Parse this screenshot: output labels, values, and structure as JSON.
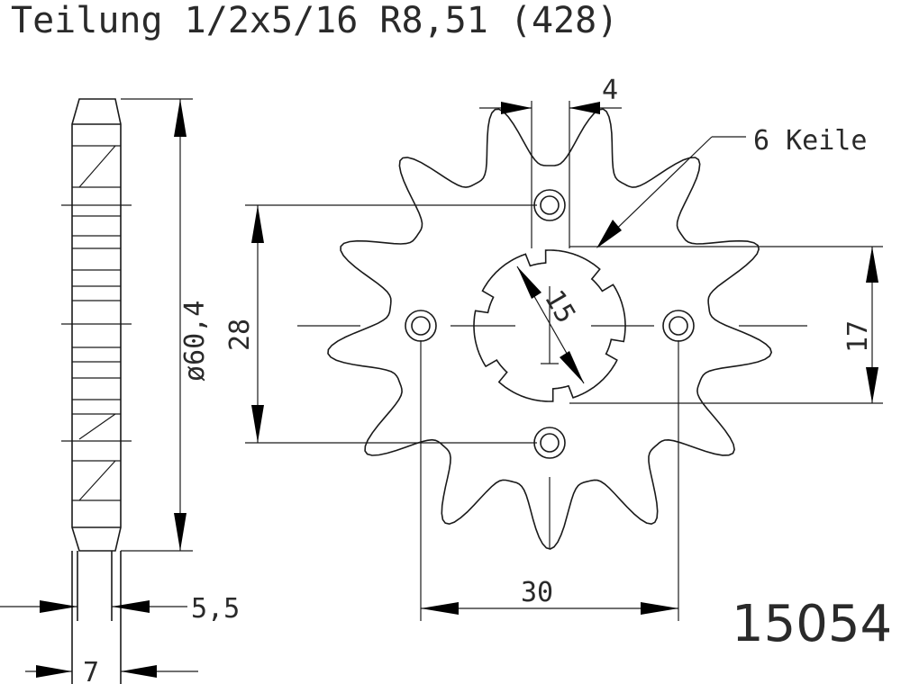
{
  "title": "Teilung 1/2x5/16 R8,51 (428)",
  "part_number": "15054",
  "dimensions": {
    "outer_diameter": "ø60,4",
    "width_outer": "7",
    "width_inner": "5,5",
    "hole_spacing_vertical": "28",
    "hole_spacing_horizontal": "30",
    "bore": "15",
    "spline_height": "17",
    "tooth_tip": "4",
    "splines_label": "6 Keile"
  },
  "colors": {
    "line": "#1a1a1a",
    "text": "#2a2a2a",
    "background": "#ffffff"
  }
}
